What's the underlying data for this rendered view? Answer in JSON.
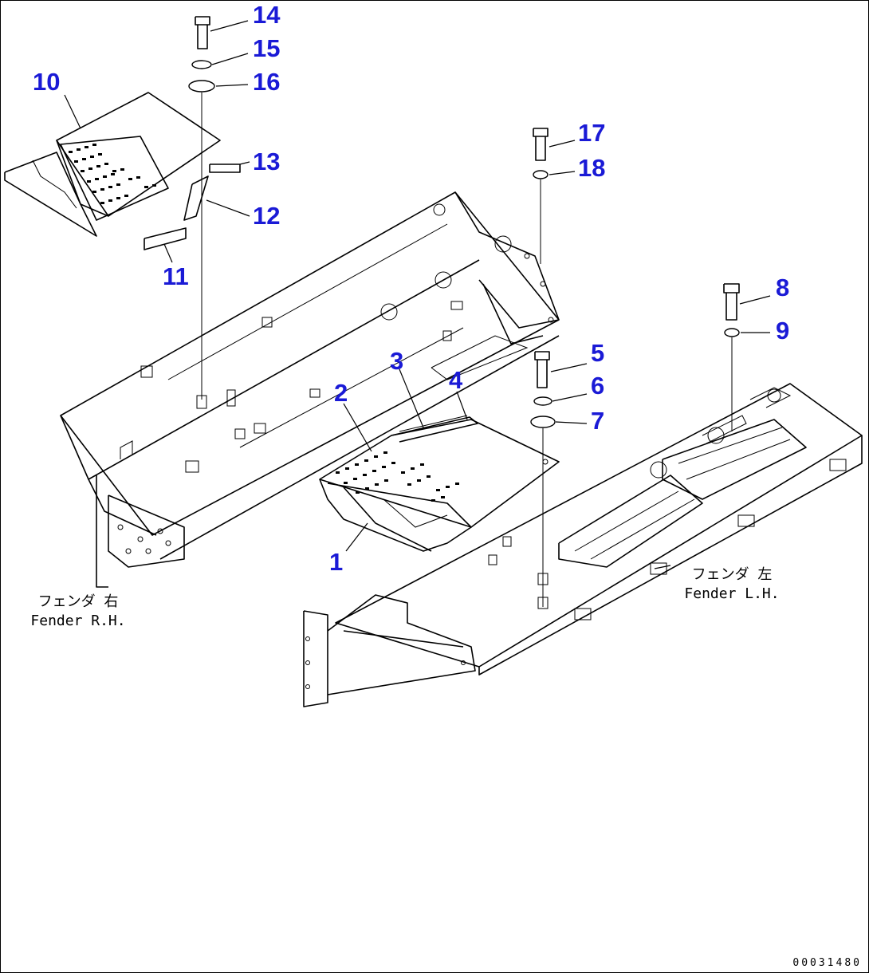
{
  "callouts": {
    "c1": "1",
    "c2": "2",
    "c3": "3",
    "c4": "4",
    "c5": "5",
    "c6": "6",
    "c7": "7",
    "c8": "8",
    "c9": "9",
    "c10": "10",
    "c11": "11",
    "c12": "12",
    "c13": "13",
    "c14": "14",
    "c15": "15",
    "c16": "16",
    "c17": "17",
    "c18": "18"
  },
  "captions": {
    "fender_rh_jp": "フェンダ 右",
    "fender_rh_en": "Fender R.H.",
    "fender_lh_jp": "フェンダ 左",
    "fender_lh_en": "Fender L.H."
  },
  "doc_number": "00031480",
  "colors": {
    "callout": "#1a1ad6",
    "line": "#000000",
    "background": "#ffffff"
  }
}
